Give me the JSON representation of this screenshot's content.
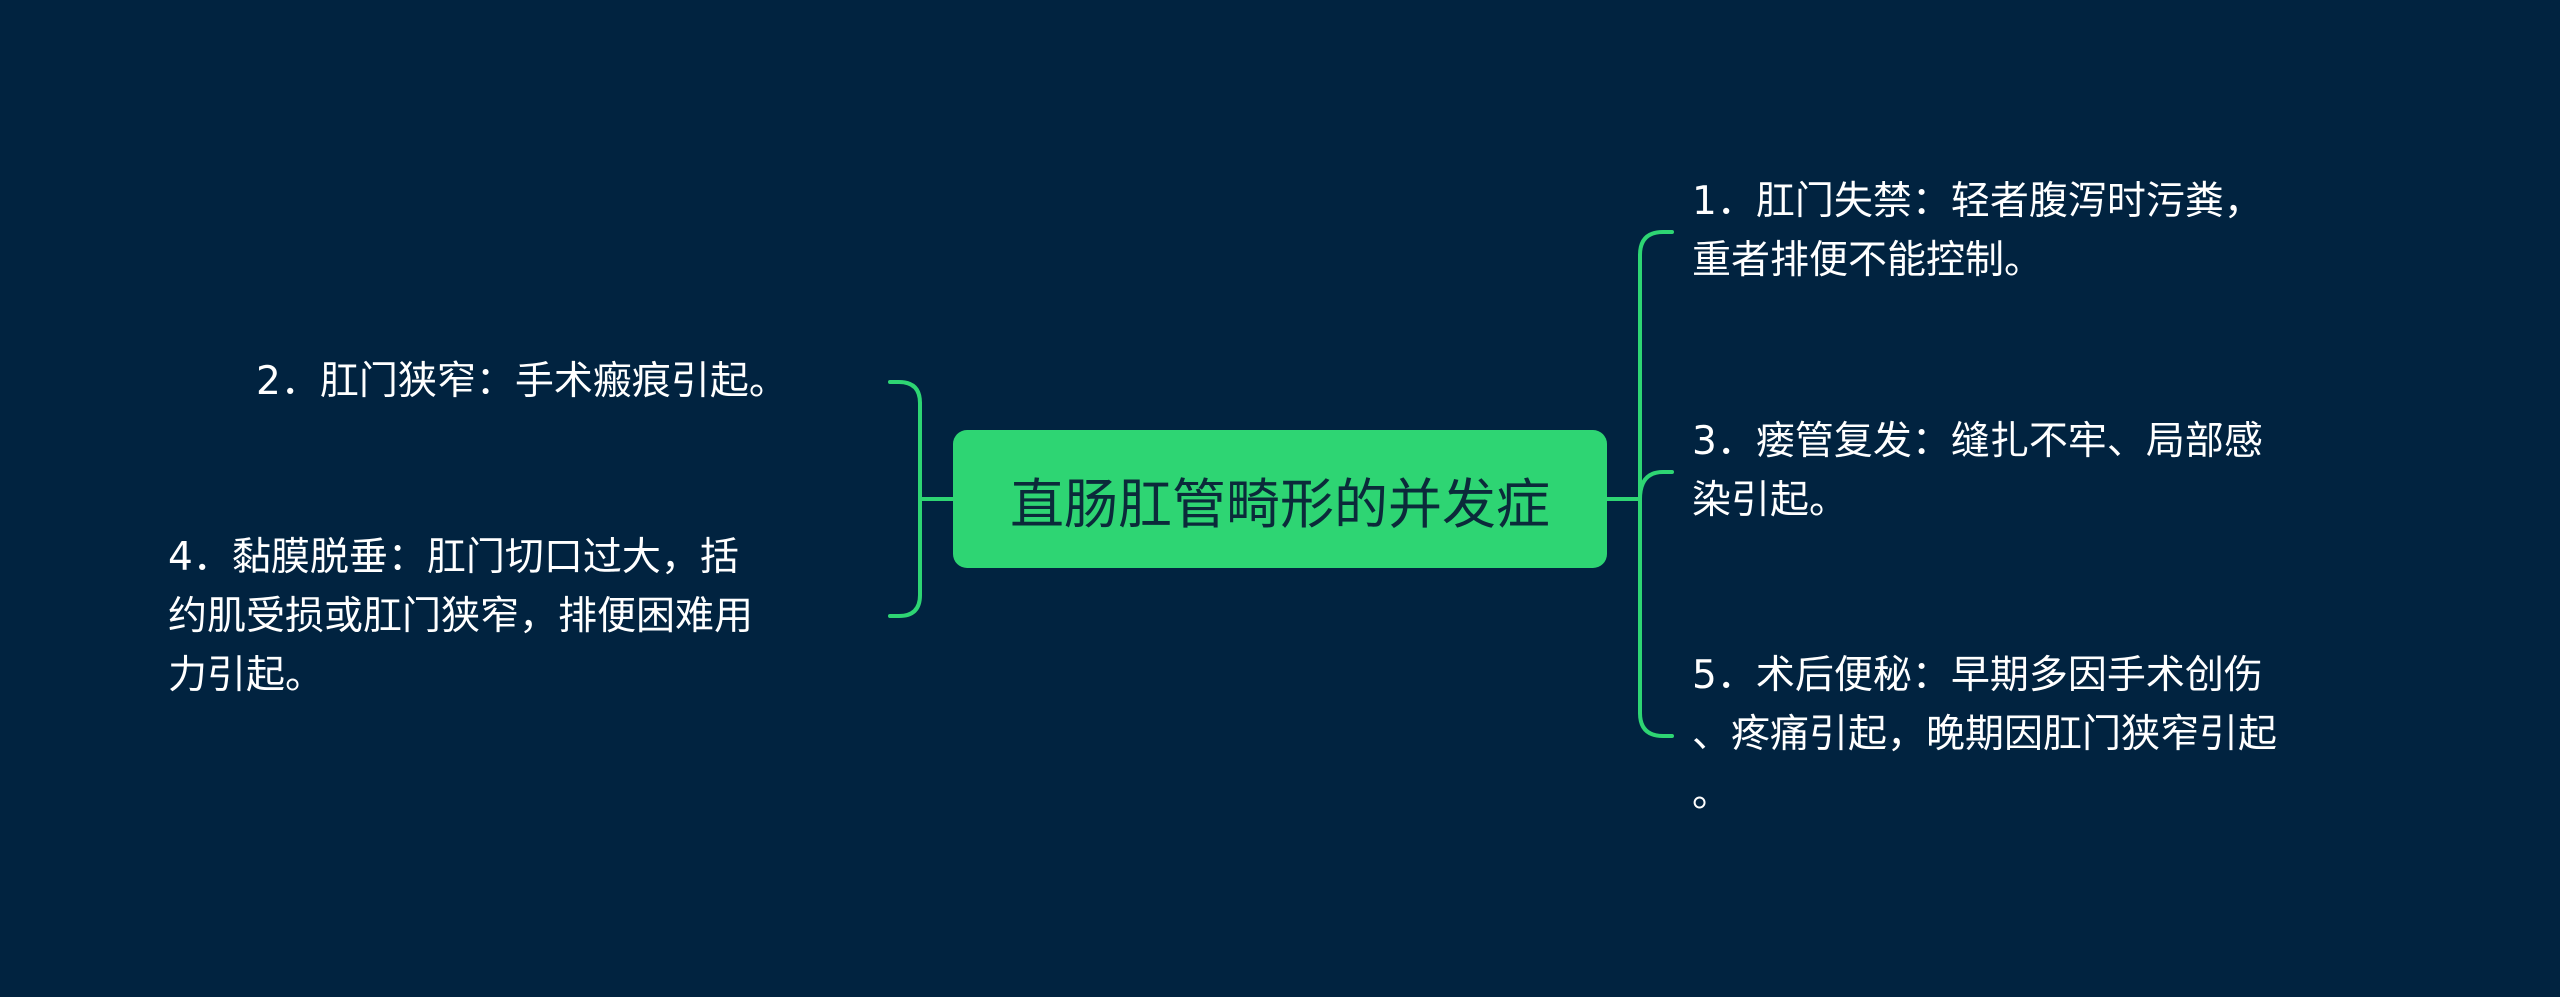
{
  "colors": {
    "background": "#012340",
    "accent": "#2ED573",
    "text": "#FFFFFF",
    "root_text": "#0B2A3A"
  },
  "root": {
    "label": "直肠肛管畸形的并发症"
  },
  "left_branches": [
    {
      "lines": [
        "2．肛门狭窄：手术瘢痕引起。"
      ]
    },
    {
      "lines": [
        "4．黏膜脱垂：肛门切口过大，括",
        "约肌受损或肛门狭窄，排便困难用",
        "力引起。"
      ]
    }
  ],
  "right_branches": [
    {
      "lines": [
        "1．肛门失禁：轻者腹泻时污粪，",
        "重者排便不能控制。"
      ]
    },
    {
      "lines": [
        "3．瘘管复发：缝扎不牢、局部感",
        "染引起。"
      ]
    },
    {
      "lines": [
        "5．术后便秘：早期多因手术创伤",
        "、疼痛引起，晚期因肛门狭窄引起",
        "。"
      ]
    }
  ]
}
